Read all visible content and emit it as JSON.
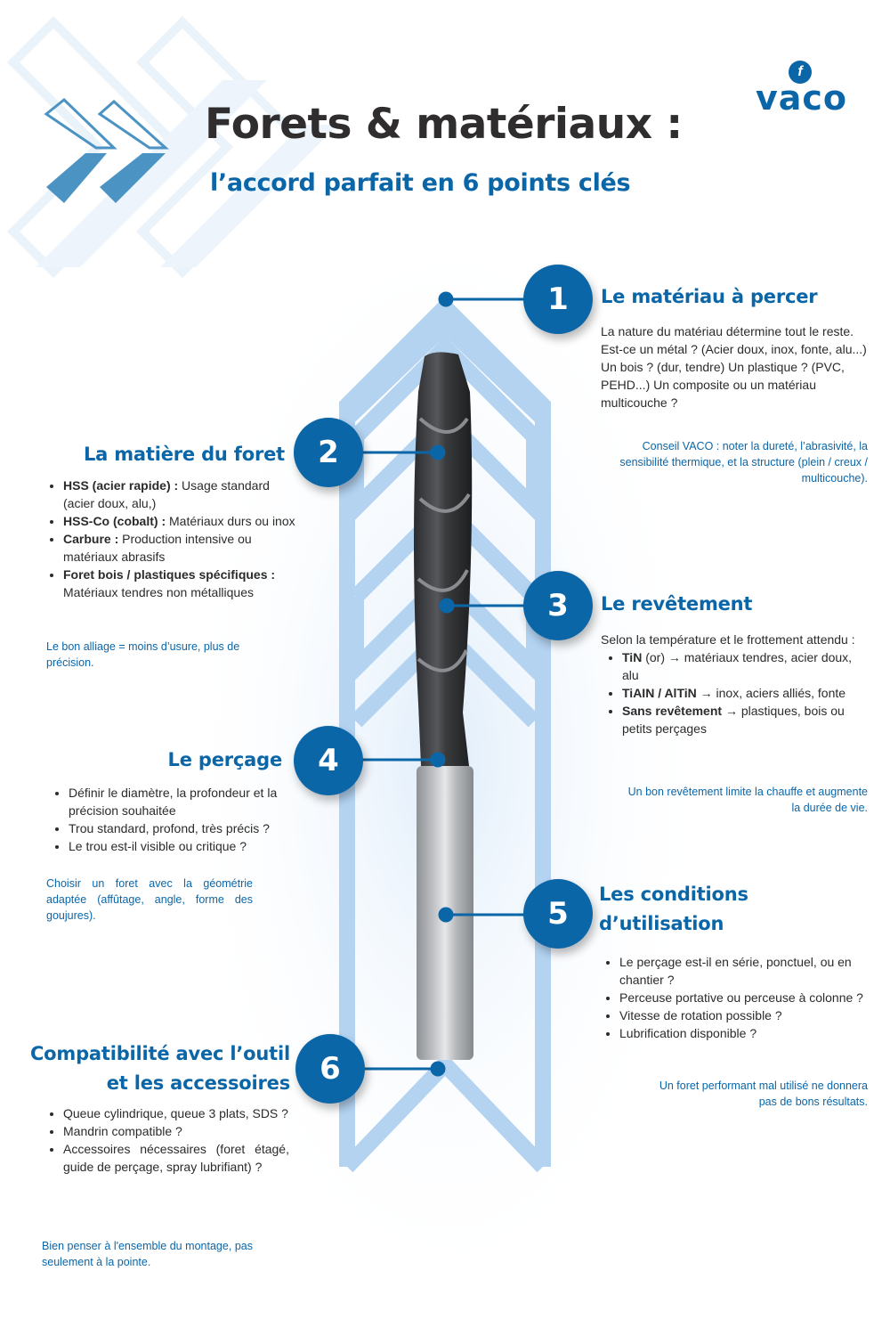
{
  "header": {
    "title": "Forets & matériaux :",
    "subtitle": "l’accord parfait en 6 points clés",
    "logo": {
      "text": "vaco",
      "badge_glyph": "f"
    }
  },
  "colors": {
    "brand_blue": "#0b66a8",
    "light_blue": "#b3d3f1",
    "title_dark": "#2f2d2d",
    "body_text": "#2b2b2b"
  },
  "points": [
    {
      "number": "1",
      "title": "Le matériau à percer",
      "paragraphs": [
        "La nature du matériau détermine tout le reste.",
        "Est-ce un métal ? (Acier doux, inox, fonte, alu...) Un bois ? (dur, tendre) Un plastique ? (PVC, PEHD...) Un composite ou un matériau multicouche ?"
      ],
      "tip": "Conseil VACO : noter la dureté, l’abrasivité, la sensibilité thermique, et la structure (plein / creux / multicouche)."
    },
    {
      "number": "2",
      "title": "La matière du foret",
      "items": [
        {
          "bold": "HSS (acier rapide) :",
          "text": " Usage standard (acier doux, alu,)"
        },
        {
          "bold": "HSS-Co (cobalt) :",
          "text": " Matériaux durs ou inox"
        },
        {
          "bold": "Carbure :",
          "text": " Production intensive ou matériaux abrasifs"
        },
        {
          "bold": "Foret bois / plastiques spécifiques :",
          "text": " Matériaux tendres non métalliques"
        }
      ],
      "tip": "Le bon alliage = moins d’usure, plus de précision."
    },
    {
      "number": "3",
      "title": "Le revêtement",
      "intro": "Selon la température et le frottement attendu :",
      "items": [
        {
          "bold": "TiN",
          "text": " (or) → matériaux tendres, acier doux, alu"
        },
        {
          "bold": "TiAIN / AlTiN",
          "text": " → inox, aciers alliés, fonte"
        },
        {
          "bold": "Sans revêtement",
          "text": " → plastiques, bois ou petits perçages"
        }
      ],
      "tip": "Un bon revêtement limite la chauffe et augmente la durée de vie."
    },
    {
      "number": "4",
      "title": "Le perçage",
      "items": [
        "Définir le diamètre, la profondeur et la précision souhaitée",
        "Trou standard, profond, très précis ?",
        "Le trou est-il visible ou critique ?"
      ],
      "tip": "Choisir un foret avec la géométrie adaptée (affûtage, angle, forme des goujures)."
    },
    {
      "number": "5",
      "title_line1": "Les conditions",
      "title_line2": "d’utilisation",
      "items": [
        "Le perçage est-il en série, ponctuel, ou en chantier ?",
        "Perceuse portative ou perceuse à colonne ?",
        "Vitesse de rotation possible ?",
        "Lubrification disponible ?"
      ],
      "tip": "Un foret performant mal utilisé ne donnera pas de bons résultats."
    },
    {
      "number": "6",
      "title_line1": "Compatibilité avec l’outil",
      "title_line2": "et les accessoires",
      "items": [
        "Queue cylindrique, queue 3 plats, SDS ?",
        "Mandrin compatible ?",
        "Accessoires nécessaires (foret étagé, guide de perçage, spray lubrifiant) ?"
      ],
      "tip": "Bien penser à l'ensemble du montage, pas seulement à la pointe."
    }
  ]
}
